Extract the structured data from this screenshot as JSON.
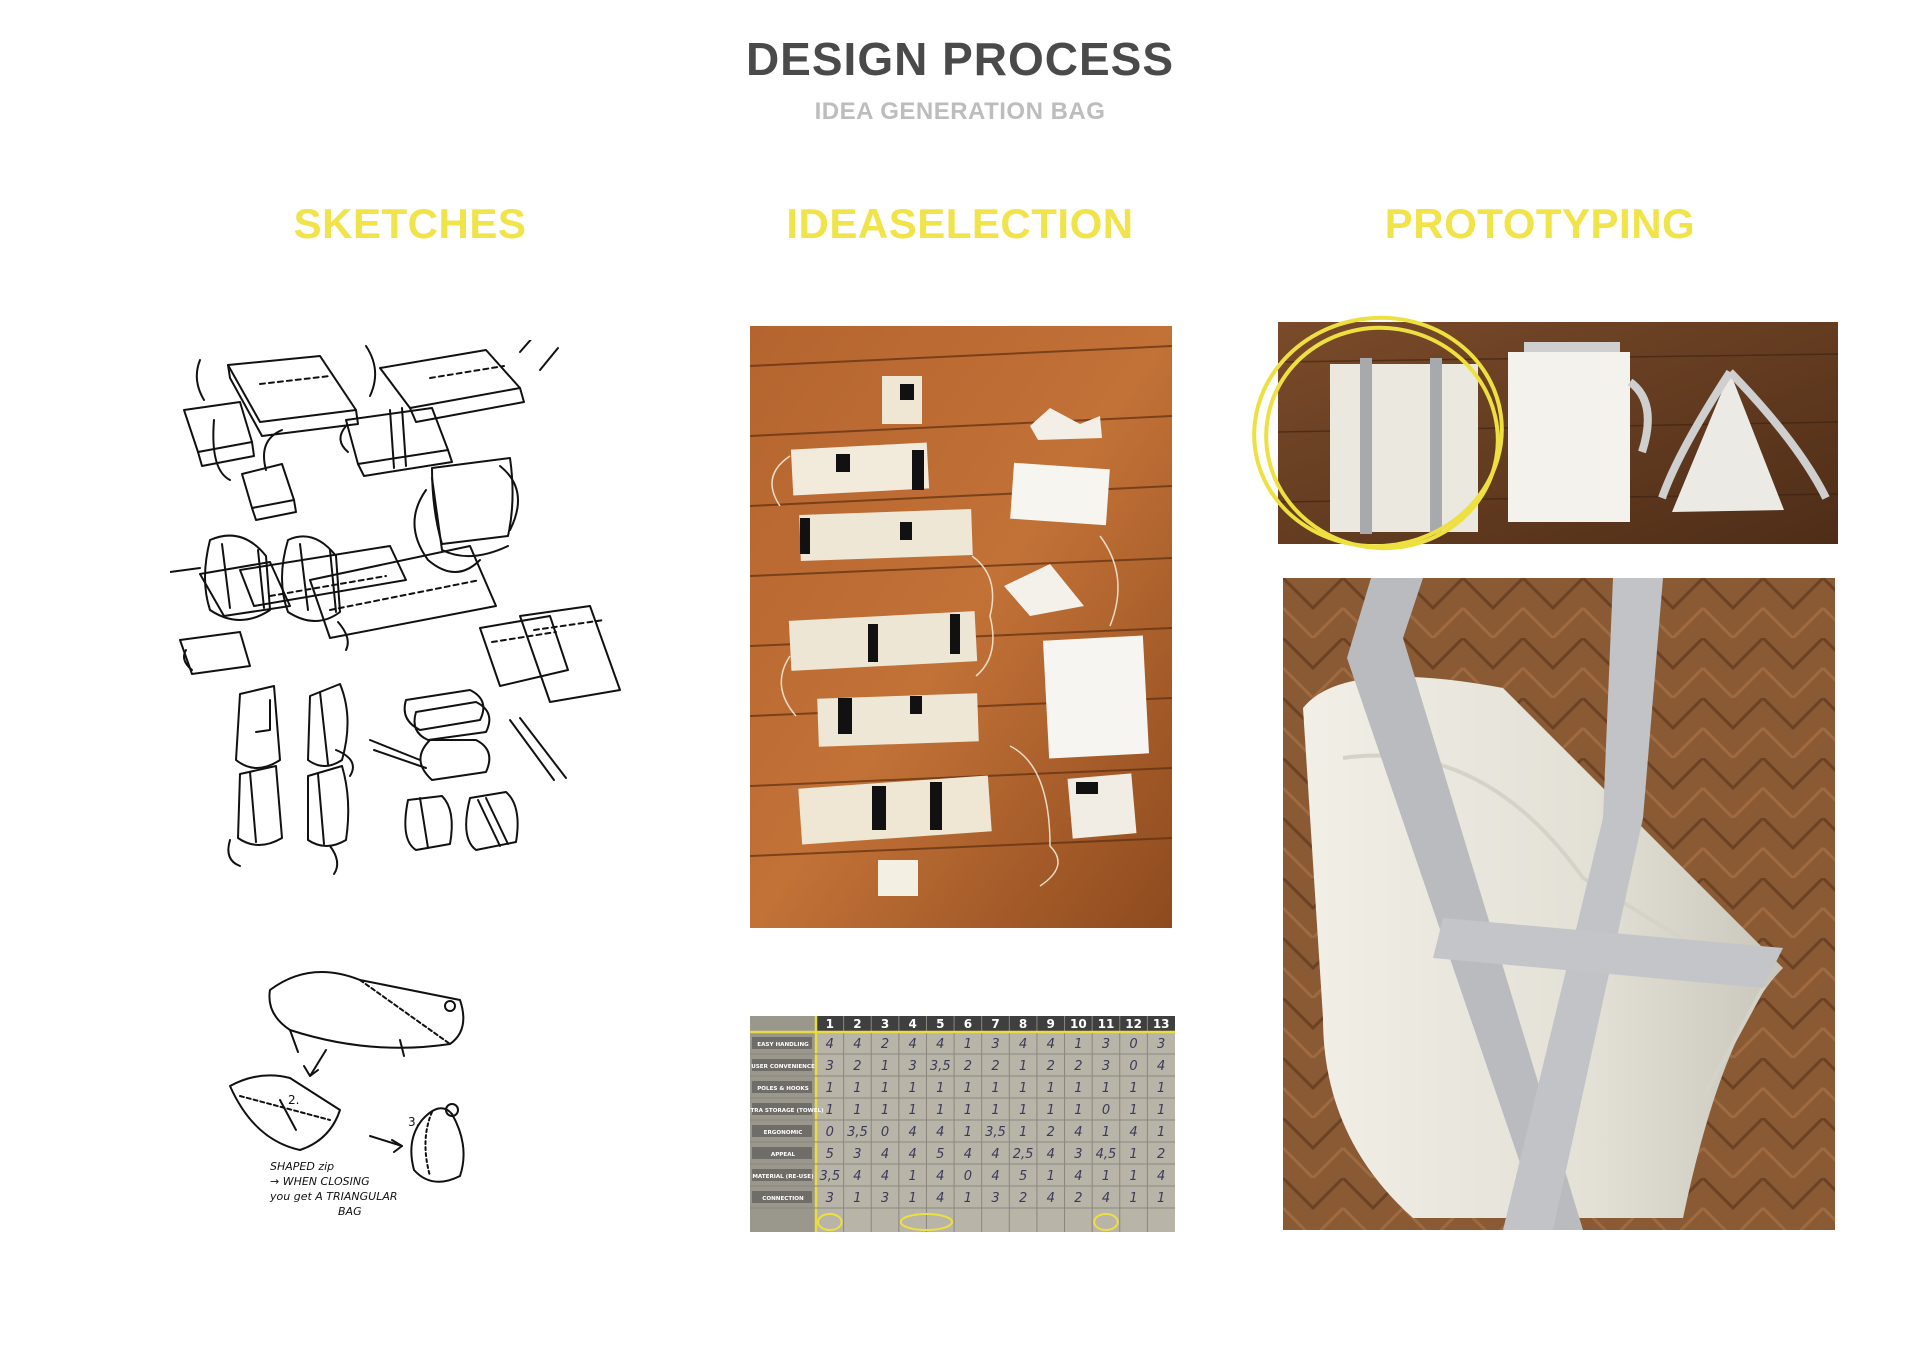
{
  "header": {
    "title": "DESIGN PROCESS",
    "subtitle": "IDEA GENERATION BAG"
  },
  "columns": {
    "sketches": "SKETCHES",
    "ideaselection": "IDEASELECTION",
    "prototyping": "PROTOTYPING"
  },
  "sketch_notes": {
    "step2": "2.",
    "step3": "3.",
    "note_line1": "SHAPED zip",
    "note_line2": "→ WHEN CLOSING",
    "note_line3": "you get A TRIANGULAR",
    "note_line4": "BAG"
  },
  "selection_table": {
    "columns": [
      "1",
      "2",
      "3",
      "4",
      "5",
      "6",
      "7",
      "8",
      "9",
      "10",
      "11",
      "12",
      "13"
    ],
    "rows": [
      {
        "label": "EASY HANDLING",
        "values": [
          "4",
          "4",
          "2",
          "4",
          "4",
          "1",
          "3",
          "4",
          "4",
          "1",
          "3",
          "0",
          "3"
        ]
      },
      {
        "label": "USER CONVENIENCE",
        "values": [
          "3",
          "2",
          "1",
          "3",
          "3,5",
          "2",
          "2",
          "1",
          "2",
          "2",
          "3",
          "0",
          "4"
        ]
      },
      {
        "label": "POLES & HOOKS",
        "values": [
          "1",
          "1",
          "1",
          "1",
          "1",
          "1",
          "1",
          "1",
          "1",
          "1",
          "1",
          "1",
          "1"
        ]
      },
      {
        "label": "EXTRA STORAGE (TOWEL)",
        "values": [
          "1",
          "1",
          "1",
          "1",
          "1",
          "1",
          "1",
          "1",
          "1",
          "1",
          "0",
          "1",
          "1"
        ]
      },
      {
        "label": "ERGONOMIC",
        "values": [
          "0",
          "3,5",
          "0",
          "4",
          "4",
          "1",
          "3,5",
          "1",
          "2",
          "4",
          "1",
          "4",
          "1"
        ]
      },
      {
        "label": "APPEAL",
        "values": [
          "5",
          "3",
          "4",
          "4",
          "5",
          "4",
          "4",
          "2,5",
          "4",
          "3",
          "4,5",
          "1",
          "2"
        ]
      },
      {
        "label": "MATERIAL (RE-USE)",
        "values": [
          "3,5",
          "4",
          "4",
          "1",
          "4",
          "0",
          "4",
          "5",
          "1",
          "4",
          "1",
          "1",
          "4"
        ]
      },
      {
        "label": "CONNECTION",
        "values": [
          "3",
          "1",
          "3",
          "1",
          "4",
          "1",
          "3",
          "2",
          "4",
          "2",
          "4",
          "1",
          "1"
        ]
      }
    ]
  }
}
